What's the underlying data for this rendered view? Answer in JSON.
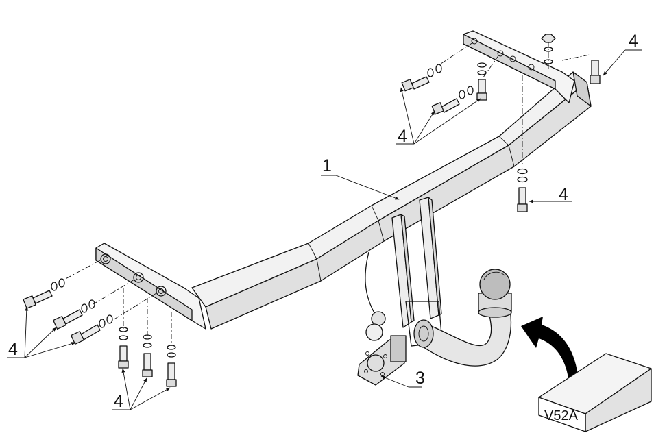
{
  "labels": {
    "part_main_beam": "1",
    "part_socket_plate": "3",
    "fastener_top_left": "4",
    "fastener_top_right": "4",
    "fastener_mid_right": "4",
    "fastener_left": "4",
    "fastener_bottom": "4"
  },
  "model_box": {
    "code": "V52A"
  },
  "colors": {
    "ink": "#111111",
    "face_light": "#f2f2f2",
    "face_mid": "#dcdcdc",
    "face_dark": "#b8b8b8",
    "background": "#ffffff"
  }
}
